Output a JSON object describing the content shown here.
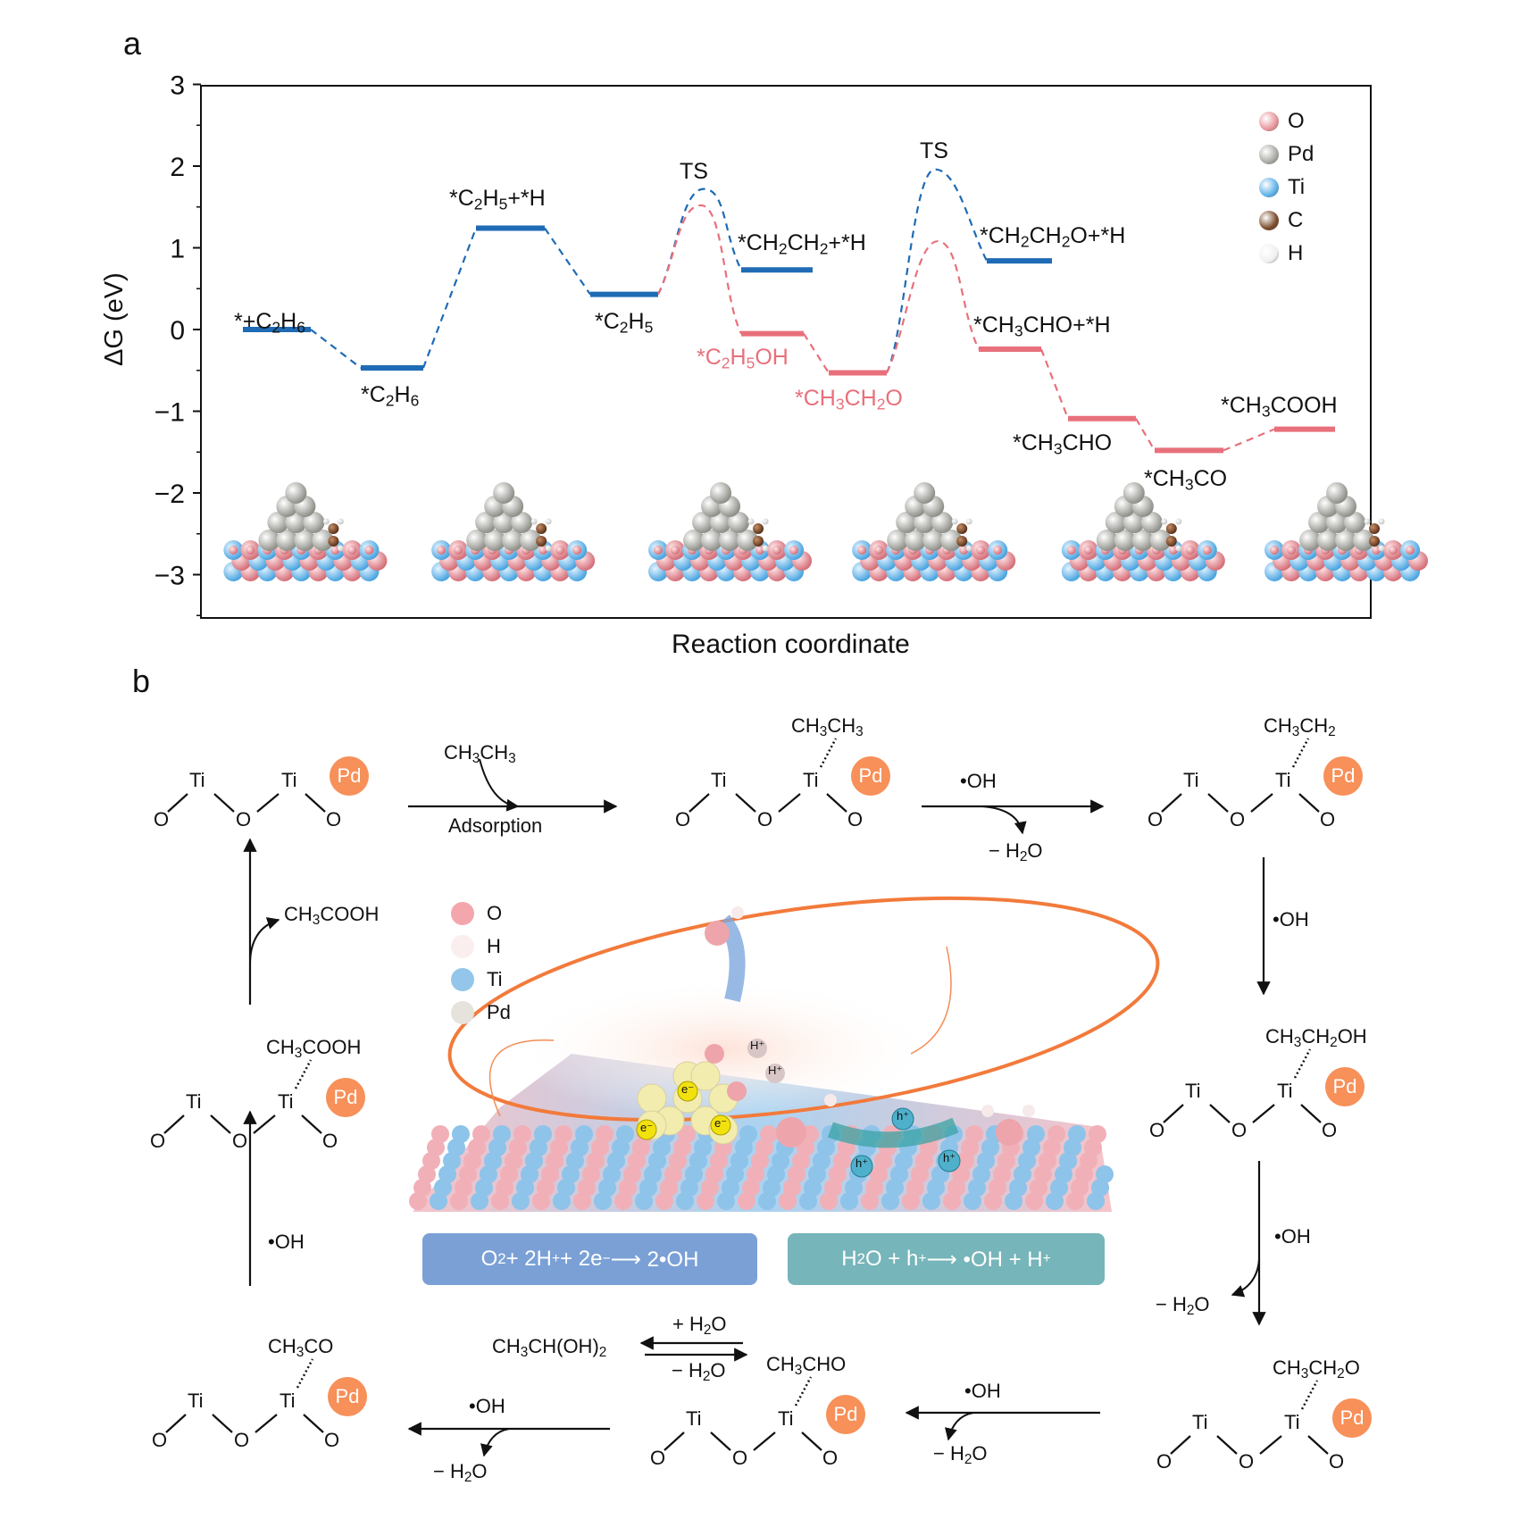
{
  "panel_a": {
    "label": "a",
    "chart_data": {
      "type": "line",
      "title": "",
      "xlabel": "Reaction coordinate",
      "ylabel": "ΔG (eV)",
      "ylim": [
        -3.5,
        3
      ],
      "yticks": [
        "3",
        "2",
        "1",
        "0",
        "−1",
        "−2",
        "−3"
      ],
      "grid": false,
      "series": [
        {
          "name": "blue pathway",
          "color": "#1f6bb5",
          "states": [
            {
              "label": "*+C2H6",
              "value": 0.0
            },
            {
              "label": "*C2H6",
              "value": -0.47
            },
            {
              "label": "*C2H5+*H",
              "value": 1.24
            },
            {
              "label": "*C2H5",
              "value": 0.43
            },
            {
              "label": "TS",
              "value": 1.72,
              "transition_state": true
            },
            {
              "label": "*CH2CH2+*H",
              "value": 0.73
            },
            {
              "label": "*CH3CH2O",
              "value": -0.53
            },
            {
              "label": "TS",
              "value": 1.96,
              "transition_state": true
            },
            {
              "label": "*CH2CH2O+*H",
              "value": 0.84
            }
          ]
        },
        {
          "name": "red pathway",
          "color": "#e8707b",
          "states": [
            {
              "label": "*C2H5",
              "value": 0.43
            },
            {
              "label": "TS",
              "value": 1.52,
              "transition_state": true
            },
            {
              "label": "*C2H5OH",
              "value": -0.05
            },
            {
              "label": "*CH3CH2O",
              "value": -0.53
            },
            {
              "label": "TS",
              "value": 1.08,
              "transition_state": true
            },
            {
              "label": "*CH3CHO+*H",
              "value": -0.24
            },
            {
              "label": "*CH3CHO",
              "value": -1.09
            },
            {
              "label": "*CH3CO",
              "value": -1.48
            },
            {
              "label": "*CH3COOH",
              "value": -1.22
            }
          ]
        }
      ],
      "annotations": [
        "TS",
        "TS"
      ],
      "legend": {
        "placement": "top-right",
        "entries": [
          {
            "name": "O",
            "color": "#e8959b"
          },
          {
            "name": "Pd",
            "color": "#a9aaa3"
          },
          {
            "name": "Ti",
            "color": "#5fb2e8"
          },
          {
            "name": "C",
            "color": "#7a4a2a"
          },
          {
            "name": "H",
            "color": "#f0f0f0"
          }
        ]
      }
    },
    "labels": {
      "s0": "*+C<sub>2</sub>H<sub>6</sub>",
      "s1": "*C<sub>2</sub>H<sub>6</sub>",
      "s2": "*C<sub>2</sub>H<sub>5</sub>+*H",
      "s3": "*C<sub>2</sub>H<sub>5</sub>",
      "ts1": "TS",
      "s4": "*CH<sub>2</sub>CH<sub>2</sub>+*H",
      "s5": "*C<sub>2</sub>H<sub>5</sub>OH",
      "s6": "*CH<sub>3</sub>CH<sub>2</sub>O",
      "ts2": "TS",
      "s7": "*CH<sub>2</sub>CH<sub>2</sub>O+*H",
      "s8": "*CH<sub>3</sub>CHO+*H",
      "s9": "*CH<sub>3</sub>CHO",
      "s10": "*CH<sub>3</sub>CO",
      "s11": "*CH<sub>3</sub>COOH"
    },
    "structure_count": 6
  },
  "panel_b": {
    "label": "b",
    "pd_label": "Pd",
    "ti_label": "Ti",
    "o_label": "O",
    "adsorbates": {
      "ch3ch3": "CH<sub>3</sub>CH<sub>3</sub>",
      "ch3ch2": "CH<sub>3</sub>CH<sub>2</sub>",
      "ch3ch2oh": "CH<sub>3</sub>CH<sub>2</sub>OH",
      "ch3ch2o": "CH<sub>3</sub>CH<sub>2</sub>O",
      "ch3cho": "CH<sub>3</sub>CHO",
      "ch3co": "CH<sub>3</sub>CO",
      "ch3cooh": "CH<sub>3</sub>COOH"
    },
    "steps": {
      "adsorption_reagent": "CH<sub>3</sub>CH<sub>3</sub>",
      "adsorption_label": "Adsorption",
      "oh": "•OH",
      "minus_h2o": "− H<sub>2</sub>O",
      "plus_h2o": "+ H<sub>2</sub>O",
      "gem_diol": "CH<sub>3</sub>CH(OH)<sub>2</sub>",
      "release": "CH<sub>3</sub>COOH"
    },
    "inner_legend": [
      {
        "name": "O",
        "color": "#f4a6ad"
      },
      {
        "name": "H",
        "color": "#fbeeee"
      },
      {
        "name": "Ti",
        "color": "#93c6ea"
      },
      {
        "name": "Pd",
        "color": "#e6e2dc"
      }
    ],
    "particles": {
      "electron": "e⁻",
      "hole": "h⁺",
      "proton": "H⁺"
    },
    "equations": {
      "left": "O<sub>2</sub> + 2H<sup>+</sup> + 2e<sup>−</sup> ⟶ 2•OH",
      "right": "H<sub>2</sub>O + h<sup>+</sup> ⟶ •OH + H<sup>+</sup>",
      "left_color": "#7aa0d6",
      "right_color": "#76b5b9"
    }
  }
}
